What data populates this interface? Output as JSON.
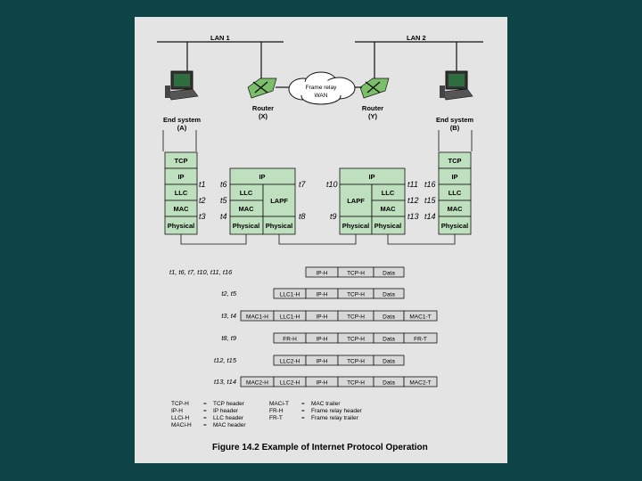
{
  "lan1": "LAN 1",
  "lan2": "LAN 2",
  "wan": [
    "Frame relay",
    "WAN"
  ],
  "router_x": [
    "Router",
    "(X)"
  ],
  "router_y": [
    "Router",
    "(Y)"
  ],
  "end_a": [
    "End system",
    "(A)"
  ],
  "end_b": [
    "End system",
    "(B)"
  ],
  "layers": {
    "tcp": "TCP",
    "ip": "IP",
    "llc": "LLC",
    "mac": "MAC",
    "lapf": "LAPF",
    "physical": "Physical"
  },
  "times": {
    "t1": "t1",
    "t2": "t2",
    "t3": "t3",
    "t4": "t4",
    "t5": "t5",
    "t6": "t6",
    "t7": "t7",
    "t8": "t8",
    "t9": "t9",
    "t10": "t10",
    "t11": "t11",
    "t12": "t12",
    "t13": "t13",
    "t14": "t14",
    "t15": "t15",
    "t16": "t16"
  },
  "rows": [
    {
      "label": "t1, t6, t7, t10, t11, t16",
      "cells": [
        "IP-H",
        "TCP-H",
        "Data"
      ]
    },
    {
      "label": "t2, t5",
      "cells": [
        "LLC1-H",
        "IP-H",
        "TCP-H",
        "Data"
      ]
    },
    {
      "label": "t3, t4",
      "cells": [
        "MAC1-H",
        "LLC1-H",
        "IP-H",
        "TCP-H",
        "Data",
        "MAC1-T"
      ]
    },
    {
      "label": "t8, t9",
      "cells": [
        "FR-H",
        "IP-H",
        "TCP-H",
        "Data",
        "FR-T"
      ]
    },
    {
      "label": "t12, t15",
      "cells": [
        "LLC2-H",
        "IP-H",
        "TCP-H",
        "Data"
      ]
    },
    {
      "label": "t13, t14",
      "cells": [
        "MAC2-H",
        "LLC2-H",
        "IP-H",
        "TCP-H",
        "Data",
        "MAC2-T"
      ]
    }
  ],
  "legend_left": [
    {
      "abbr": "TCP-H",
      "eq": "=",
      "desc": "TCP header"
    },
    {
      "abbr": "IP-H",
      "eq": "=",
      "desc": "IP header"
    },
    {
      "abbr": "LLCi-H",
      "eq": "=",
      "desc": "LLC header"
    },
    {
      "abbr": "MACi-H",
      "eq": "=",
      "desc": "MAC header"
    }
  ],
  "legend_right": [
    {
      "abbr": "MACi-T",
      "eq": "=",
      "desc": "MAC trailer"
    },
    {
      "abbr": "FR-H",
      "eq": "=",
      "desc": "Frame relay header"
    },
    {
      "abbr": "FR-T",
      "eq": "=",
      "desc": "Frame relay trailer"
    }
  ],
  "caption": "Figure 14.2  Example of Internet Protocol Operation",
  "colors": {
    "background": "#0f4446",
    "sheet": "#e4e4e4",
    "stack": "#bfe0bf",
    "packet": "#d8d8d8"
  }
}
